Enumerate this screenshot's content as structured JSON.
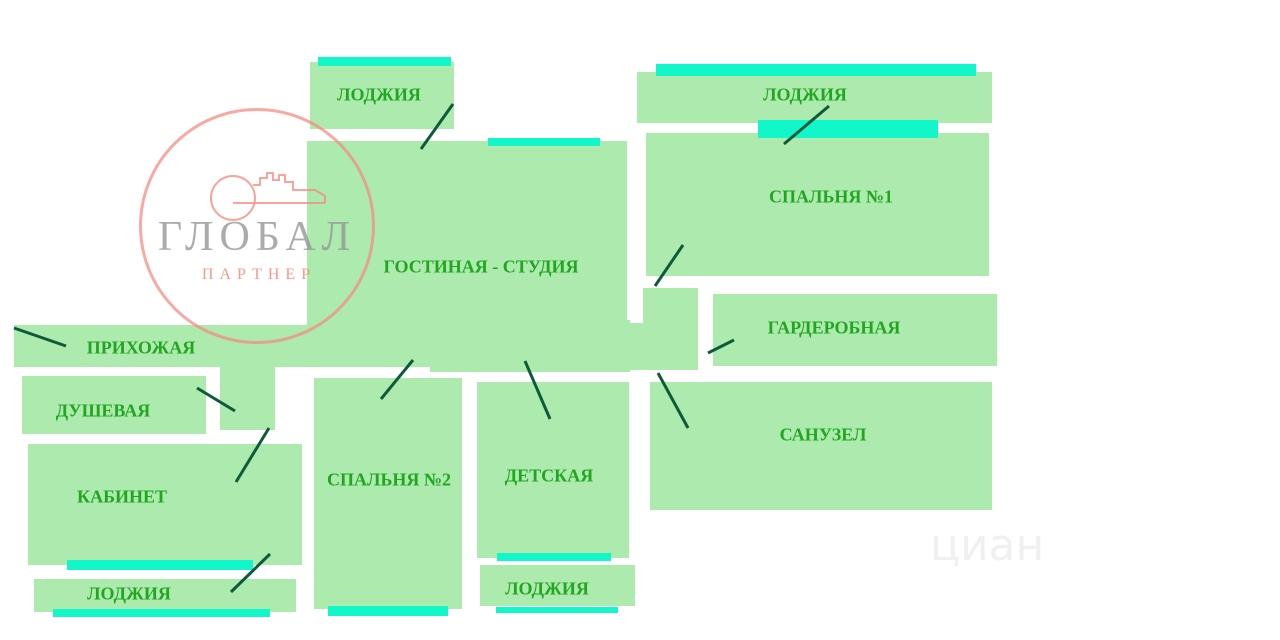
{
  "rooms": {
    "loggia_top_left": "ЛОДЖИЯ",
    "living_studio": "ГОСТИНАЯ - СТУДИЯ",
    "loggia_top_right": "ЛОДЖИЯ",
    "bedroom_1": "СПАЛЬНЯ №1",
    "wardrobe": "ГАРДЕРОБНАЯ",
    "bathroom": "САНУЗЕЛ",
    "hallway": "ПРИХОЖАЯ",
    "shower": "ДУШЕВАЯ",
    "study": "КАБИНЕТ",
    "loggia_bottom_left": "ЛОДЖИЯ",
    "bedroom_2": "СПАЛЬНЯ №2",
    "kids_room": "ДЕТСКАЯ",
    "loggia_bottom": "ЛОДЖИЯ"
  },
  "logo": {
    "title": "ГЛОБАЛ",
    "subtitle": "ПАРТНЕР"
  },
  "watermark": "циан",
  "colors": {
    "room": "#acebad",
    "window": "#12f7c9",
    "label": "#22a622",
    "leader": "#0e5a3a",
    "logo": "#f68c82"
  }
}
